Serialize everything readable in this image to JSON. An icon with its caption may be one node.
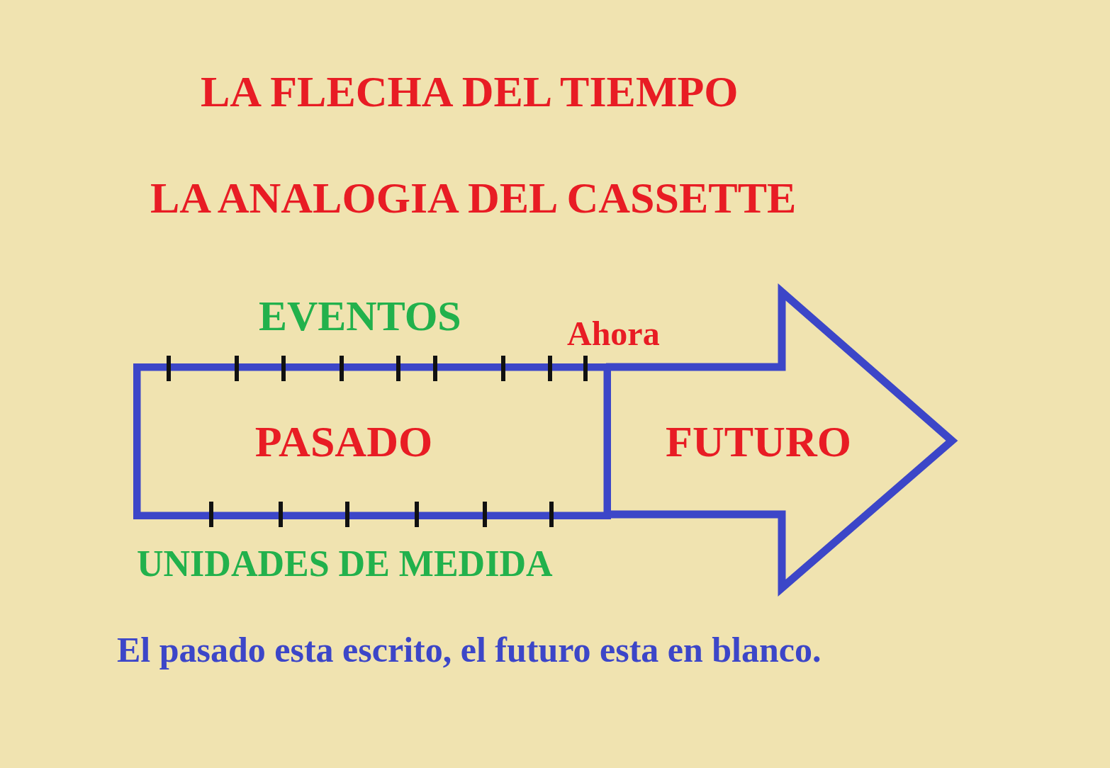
{
  "diagram": {
    "title": "LA FLECHA DEL TIEMPO",
    "caption": "El pasado esta escrito, el futuro esta en blanco.",
    "nodes": [
      {
        "text": [
          "PASADO"
        ]
      },
      {
        "text": [
          "FUTURO"
        ]
      }
    ],
    "labels": [
      "LA ANALOGIA DEL CASSETTE",
      "EVENTOS",
      "Ahora",
      "UNIDADES DE MEDIDA"
    ]
  }
}
